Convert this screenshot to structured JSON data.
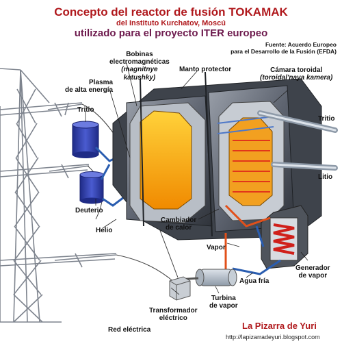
{
  "header": {
    "title": "Concepto del reactor de fusión TOKAMAK",
    "subtitle": "del Instituto Kurchatov, Moscú",
    "tagline": "utilizado para el proyecto ITER europeo"
  },
  "source": {
    "line1": "Fuente: Acuerdo Europeo",
    "line2": "para el Desarrollo de la Fusión (EFDA)"
  },
  "labels": {
    "bobinas": {
      "line1": "Bobinas",
      "line2": "electromagnéticas",
      "line3": "(magnitnye",
      "line4": "katushky)"
    },
    "plasma": {
      "line1": "Plasma",
      "line2": "de alta energía"
    },
    "manto": "Manto protector",
    "camara": {
      "line1": "Cámara toroidal",
      "line2": "(toroidal'naya kamera)"
    },
    "tritio_left": "Tritio",
    "tritio_right": "Tritio",
    "litio": "Litio",
    "deuterio": "Deuterio",
    "helio": "Helio",
    "cambiador": {
      "line1": "Cambiador",
      "line2": "de calor"
    },
    "vapor": "Vapor",
    "generador": {
      "line1": "Generador",
      "line2": "de vapor"
    },
    "agua": "Agua fría",
    "turbina": {
      "line1": "Turbina",
      "line2": "de vapor"
    },
    "transformador": {
      "line1": "Transformador",
      "line2": "eléctrico"
    },
    "red": "Red eléctrica"
  },
  "footer": {
    "brand": "La Pizarra de Yuri",
    "url": "http://lapizarradeyuri.blogspot.com"
  },
  "colors": {
    "title_red": "#b0181c",
    "tagline_purple": "#6d1a4d",
    "plasma_orange": "#f5a800",
    "steam_red": "#d0201a",
    "coolant_blue": "#2a5db0",
    "tank_blue": "#2f3fa8",
    "reactor_gray": "#5e6470",
    "tower_gray": "#8a8f99"
  }
}
